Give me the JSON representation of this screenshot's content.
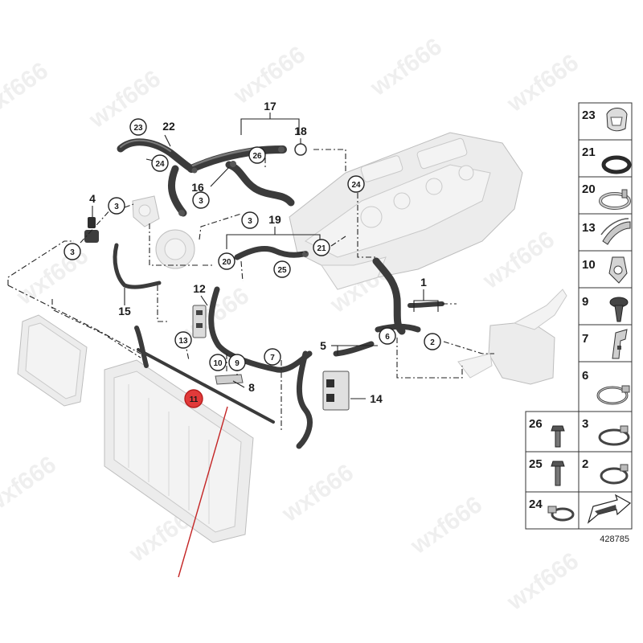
{
  "diagram": {
    "reference_number": "428785",
    "watermark_text": "wxf666",
    "highlight_color": "#d42020",
    "callouts": [
      {
        "id": "c23",
        "text": "23"
      },
      {
        "id": "c24a",
        "text": "24"
      },
      {
        "id": "c3a",
        "text": "3"
      },
      {
        "id": "c26",
        "text": "26"
      },
      {
        "id": "c24b",
        "text": "24"
      },
      {
        "id": "c3b",
        "text": "3"
      },
      {
        "id": "c3c",
        "text": "3"
      },
      {
        "id": "c3d",
        "text": "3"
      },
      {
        "id": "c21",
        "text": "21"
      },
      {
        "id": "c20",
        "text": "20"
      },
      {
        "id": "c25",
        "text": "25"
      },
      {
        "id": "c13",
        "text": "13"
      },
      {
        "id": "c10",
        "text": "10"
      },
      {
        "id": "c9",
        "text": "9"
      },
      {
        "id": "c7",
        "text": "7"
      },
      {
        "id": "c6",
        "text": "6"
      },
      {
        "id": "c2",
        "text": "2"
      },
      {
        "id": "c11",
        "text": "11"
      }
    ],
    "labels": [
      {
        "id": "l17",
        "text": "17"
      },
      {
        "id": "l22",
        "text": "22"
      },
      {
        "id": "l18",
        "text": "18"
      },
      {
        "id": "l16",
        "text": "16"
      },
      {
        "id": "l4",
        "text": "4"
      },
      {
        "id": "l19",
        "text": "19"
      },
      {
        "id": "l12",
        "text": "12"
      },
      {
        "id": "l15",
        "text": "15"
      },
      {
        "id": "l1",
        "text": "1"
      },
      {
        "id": "l5",
        "text": "5"
      },
      {
        "id": "l8",
        "text": "8"
      },
      {
        "id": "l14",
        "text": "14"
      }
    ],
    "parts_legend": [
      {
        "number": "23",
        "icon": "clamp-clip-icon"
      },
      {
        "number": "21",
        "icon": "o-ring-icon"
      },
      {
        "number": "20",
        "icon": "spring-clamp-icon"
      },
      {
        "number": "13",
        "icon": "bracket-strip-icon"
      },
      {
        "number": "10",
        "icon": "hose-clip-icon"
      },
      {
        "number": "9",
        "icon": "push-rivet-icon"
      },
      {
        "number": "7",
        "icon": "holder-bracket-icon"
      },
      {
        "number": "6",
        "icon": "hose-clamp-icon"
      },
      {
        "number": "26",
        "icon": "hex-bolt-icon",
        "pair": "3",
        "pair_icon": "hose-clamp-icon"
      },
      {
        "number": "25",
        "icon": "hex-bolt-icon",
        "pair": "2",
        "pair_icon": "hose-clamp-icon"
      },
      {
        "number": "24",
        "icon": "hose-clamp-icon",
        "pair": "",
        "pair_icon": "direction-arrow-icon"
      }
    ]
  }
}
